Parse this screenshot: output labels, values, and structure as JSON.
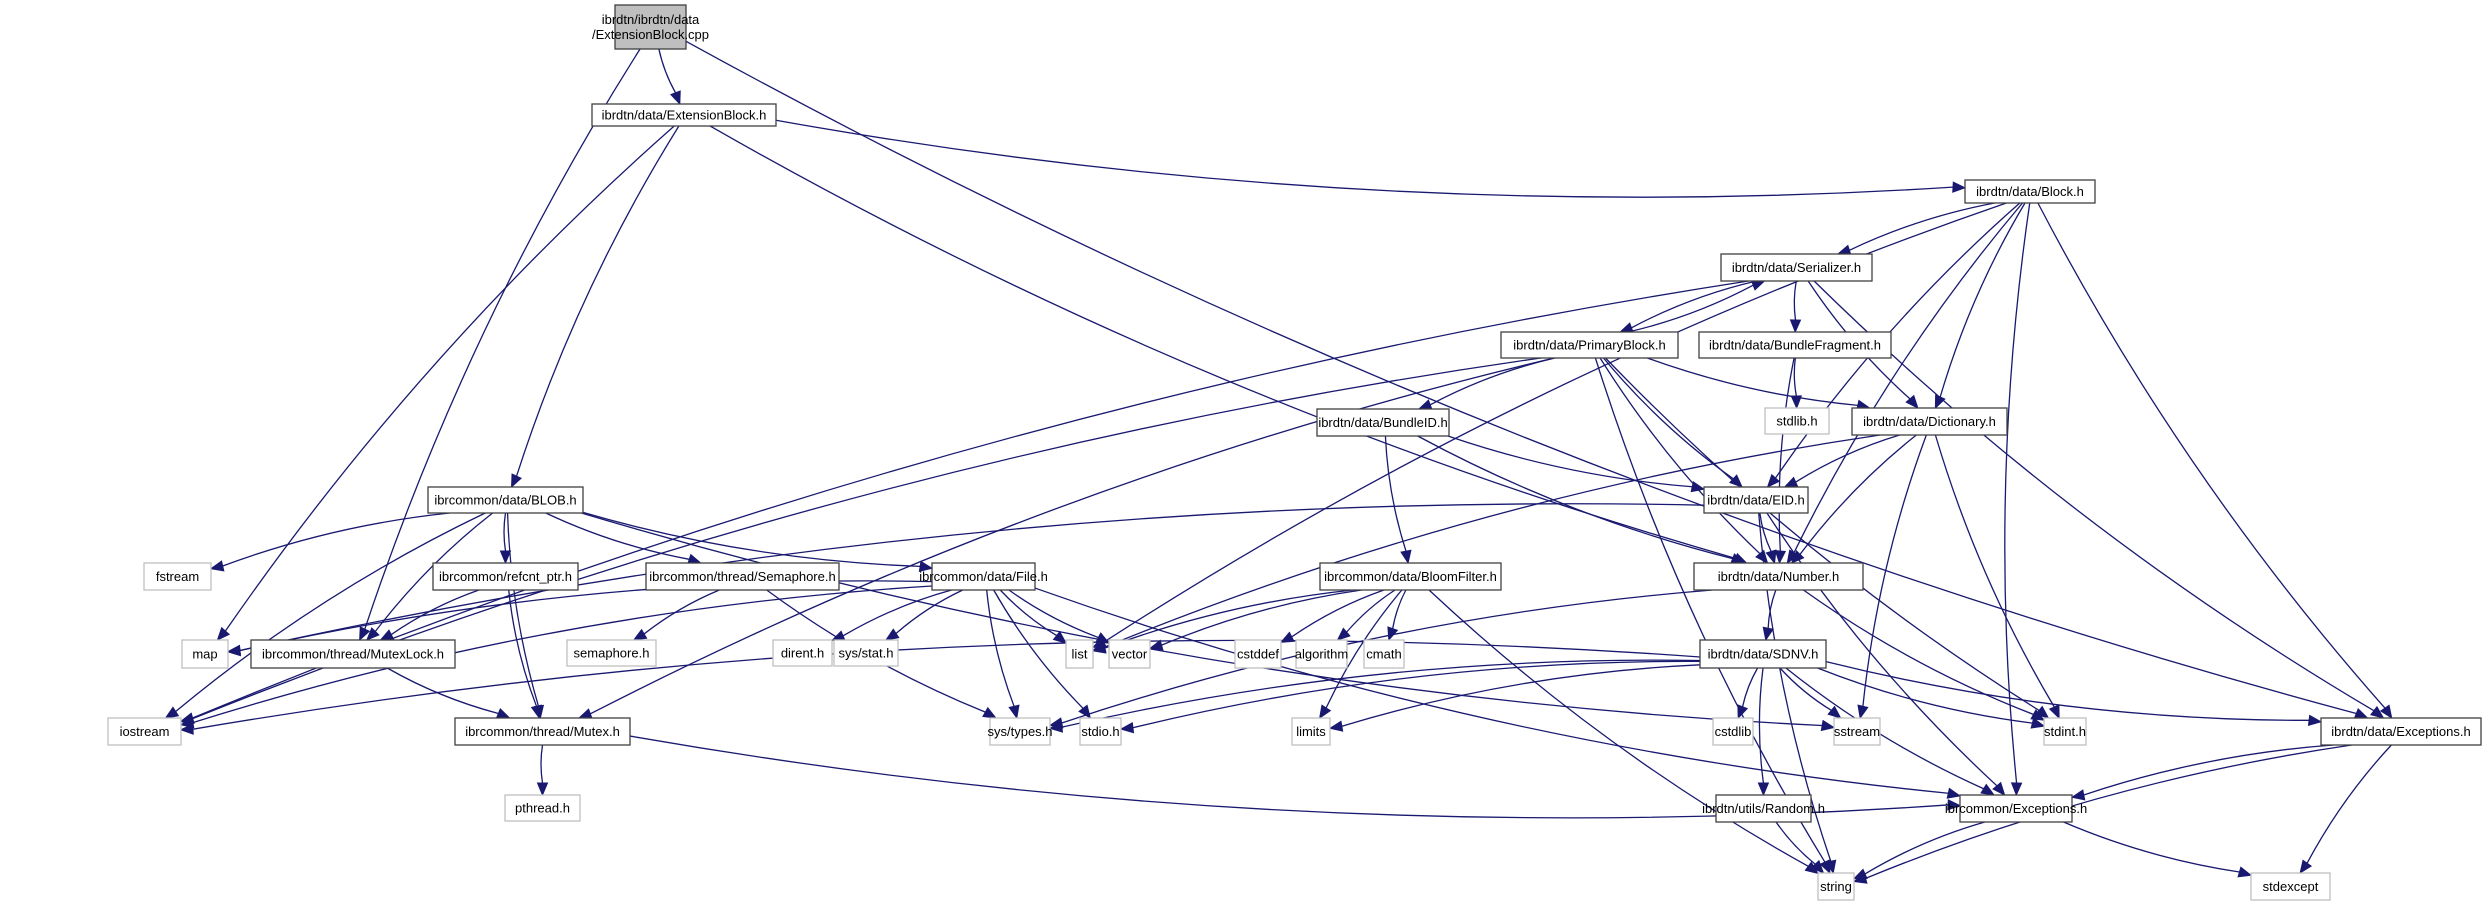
{
  "diagram": {
    "type": "include-dependency-graph",
    "root": "cpp",
    "nodes": [
      {
        "id": "cpp",
        "label": [
          "ibrdtn/ibrdtn/data",
          "/ExtensionBlock.cpp"
        ],
        "kind": "root"
      },
      {
        "id": "extblock",
        "label": [
          "ibrdtn/data/ExtensionBlock.h"
        ],
        "kind": "documented"
      },
      {
        "id": "block",
        "label": [
          "ibrdtn/data/Block.h"
        ],
        "kind": "documented"
      },
      {
        "id": "serializer",
        "label": [
          "ibrdtn/data/Serializer.h"
        ],
        "kind": "documented"
      },
      {
        "id": "primary",
        "label": [
          "ibrdtn/data/PrimaryBlock.h"
        ],
        "kind": "documented"
      },
      {
        "id": "fragment",
        "label": [
          "ibrdtn/data/BundleFragment.h"
        ],
        "kind": "documented"
      },
      {
        "id": "stdlib",
        "label": [
          "stdlib.h"
        ],
        "kind": "system"
      },
      {
        "id": "dictionary",
        "label": [
          "ibrdtn/data/Dictionary.h"
        ],
        "kind": "documented"
      },
      {
        "id": "bundleid",
        "label": [
          "ibrdtn/data/BundleID.h"
        ],
        "kind": "documented"
      },
      {
        "id": "eid",
        "label": [
          "ibrdtn/data/EID.h"
        ],
        "kind": "documented"
      },
      {
        "id": "blob",
        "label": [
          "ibrcommon/data/BLOB.h"
        ],
        "kind": "documented"
      },
      {
        "id": "fstream",
        "label": [
          "fstream"
        ],
        "kind": "system"
      },
      {
        "id": "refcnt",
        "label": [
          "ibrcommon/refcnt_ptr.h"
        ],
        "kind": "documented"
      },
      {
        "id": "semaphoreh",
        "label": [
          "ibrcommon/thread/Semaphore.h"
        ],
        "kind": "documented"
      },
      {
        "id": "file",
        "label": [
          "ibrcommon/data/File.h"
        ],
        "kind": "documented"
      },
      {
        "id": "bloom",
        "label": [
          "ibrcommon/data/BloomFilter.h"
        ],
        "kind": "documented"
      },
      {
        "id": "number",
        "label": [
          "ibrdtn/data/Number.h"
        ],
        "kind": "documented"
      },
      {
        "id": "semaphore",
        "label": [
          "semaphore.h"
        ],
        "kind": "system"
      },
      {
        "id": "dirent",
        "label": [
          "dirent.h"
        ],
        "kind": "system"
      },
      {
        "id": "sysstat",
        "label": [
          "sys/stat.h"
        ],
        "kind": "system"
      },
      {
        "id": "list",
        "label": [
          "list"
        ],
        "kind": "system"
      },
      {
        "id": "vector",
        "label": [
          "vector"
        ],
        "kind": "system"
      },
      {
        "id": "cstddef",
        "label": [
          "cstddef"
        ],
        "kind": "system"
      },
      {
        "id": "algorithm",
        "label": [
          "algorithm"
        ],
        "kind": "system"
      },
      {
        "id": "cmath",
        "label": [
          "cmath"
        ],
        "kind": "system"
      },
      {
        "id": "sdnv",
        "label": [
          "ibrdtn/data/SDNV.h"
        ],
        "kind": "documented"
      },
      {
        "id": "map",
        "label": [
          "map"
        ],
        "kind": "system"
      },
      {
        "id": "mutexlock",
        "label": [
          "ibrcommon/thread/MutexLock.h"
        ],
        "kind": "documented"
      },
      {
        "id": "iostream",
        "label": [
          "iostream"
        ],
        "kind": "system"
      },
      {
        "id": "mutex",
        "label": [
          "ibrcommon/thread/Mutex.h"
        ],
        "kind": "documented"
      },
      {
        "id": "systypes",
        "label": [
          "sys/types.h"
        ],
        "kind": "system"
      },
      {
        "id": "stdio",
        "label": [
          "stdio.h"
        ],
        "kind": "system"
      },
      {
        "id": "limits",
        "label": [
          "limits"
        ],
        "kind": "system"
      },
      {
        "id": "cstdlib",
        "label": [
          "cstdlib"
        ],
        "kind": "system"
      },
      {
        "id": "sstream",
        "label": [
          "sstream"
        ],
        "kind": "system"
      },
      {
        "id": "stdint",
        "label": [
          "stdint.h"
        ],
        "kind": "system"
      },
      {
        "id": "dtnexc",
        "label": [
          "ibrdtn/data/Exceptions.h"
        ],
        "kind": "documented"
      },
      {
        "id": "pthread",
        "label": [
          "pthread.h"
        ],
        "kind": "system"
      },
      {
        "id": "random",
        "label": [
          "ibrdtn/utils/Random.h"
        ],
        "kind": "documented"
      },
      {
        "id": "comexc",
        "label": [
          "ibrcommon/Exceptions.h"
        ],
        "kind": "documented"
      },
      {
        "id": "string",
        "label": [
          "string"
        ],
        "kind": "system"
      },
      {
        "id": "stdexcept",
        "label": [
          "stdexcept"
        ],
        "kind": "system"
      }
    ],
    "edges": [
      [
        "cpp",
        "extblock"
      ],
      [
        "cpp",
        "mutexlock"
      ],
      [
        "cpp",
        "dtnexc"
      ],
      [
        "extblock",
        "block"
      ],
      [
        "extblock",
        "blob"
      ],
      [
        "extblock",
        "number"
      ],
      [
        "extblock",
        "map"
      ],
      [
        "block",
        "serializer"
      ],
      [
        "block",
        "dictionary"
      ],
      [
        "block",
        "eid"
      ],
      [
        "block",
        "number"
      ],
      [
        "block",
        "list"
      ],
      [
        "block",
        "dtnexc"
      ],
      [
        "block",
        "comexc"
      ],
      [
        "serializer",
        "primary"
      ],
      [
        "serializer",
        "fragment"
      ],
      [
        "serializer",
        "dictionary"
      ],
      [
        "serializer",
        "dtnexc"
      ],
      [
        "serializer",
        "iostream"
      ],
      [
        "primary",
        "serializer"
      ],
      [
        "primary",
        "bundleid"
      ],
      [
        "primary",
        "dictionary"
      ],
      [
        "primary",
        "eid"
      ],
      [
        "primary",
        "number"
      ],
      [
        "primary",
        "mutex"
      ],
      [
        "primary",
        "iostream"
      ],
      [
        "primary",
        "string"
      ],
      [
        "primary",
        "stdint"
      ],
      [
        "fragment",
        "stdlib"
      ],
      [
        "fragment",
        "number"
      ],
      [
        "dictionary",
        "eid"
      ],
      [
        "dictionary",
        "number"
      ],
      [
        "dictionary",
        "list"
      ],
      [
        "dictionary",
        "sstream"
      ],
      [
        "dictionary",
        "stdint"
      ],
      [
        "bundleid",
        "eid"
      ],
      [
        "bundleid",
        "number"
      ],
      [
        "bundleid",
        "bloom"
      ],
      [
        "eid",
        "number"
      ],
      [
        "eid",
        "string"
      ],
      [
        "eid",
        "comexc"
      ],
      [
        "eid",
        "map"
      ],
      [
        "blob",
        "refcnt"
      ],
      [
        "blob",
        "semaphoreh"
      ],
      [
        "blob",
        "file"
      ],
      [
        "blob",
        "fstream"
      ],
      [
        "blob",
        "mutexlock"
      ],
      [
        "blob",
        "mutex"
      ],
      [
        "blob",
        "iostream"
      ],
      [
        "blob",
        "sstream"
      ],
      [
        "refcnt",
        "mutexlock"
      ],
      [
        "refcnt",
        "mutex"
      ],
      [
        "semaphoreh",
        "semaphore"
      ],
      [
        "semaphoreh",
        "systypes"
      ],
      [
        "file",
        "dirent"
      ],
      [
        "file",
        "sysstat"
      ],
      [
        "file",
        "list"
      ],
      [
        "file",
        "vector"
      ],
      [
        "file",
        "systypes"
      ],
      [
        "file",
        "stdio"
      ],
      [
        "file",
        "map"
      ],
      [
        "file",
        "iostream"
      ],
      [
        "file",
        "comexc"
      ],
      [
        "bloom",
        "list"
      ],
      [
        "bloom",
        "vector"
      ],
      [
        "bloom",
        "cstddef"
      ],
      [
        "bloom",
        "algorithm"
      ],
      [
        "bloom",
        "cmath"
      ],
      [
        "bloom",
        "limits"
      ],
      [
        "bloom",
        "string"
      ],
      [
        "number",
        "sdnv"
      ],
      [
        "number",
        "systypes"
      ],
      [
        "number",
        "stdint"
      ],
      [
        "sdnv",
        "cstdlib"
      ],
      [
        "sdnv",
        "sstream"
      ],
      [
        "sdnv",
        "stdint"
      ],
      [
        "sdnv",
        "dtnexc"
      ],
      [
        "sdnv",
        "comexc"
      ],
      [
        "sdnv",
        "random"
      ],
      [
        "sdnv",
        "systypes"
      ],
      [
        "sdnv",
        "stdio"
      ],
      [
        "sdnv",
        "limits"
      ],
      [
        "sdnv",
        "iostream"
      ],
      [
        "mutexlock",
        "mutex"
      ],
      [
        "mutex",
        "pthread"
      ],
      [
        "mutex",
        "comexc"
      ],
      [
        "dtnexc",
        "comexc"
      ],
      [
        "dtnexc",
        "string"
      ],
      [
        "dtnexc",
        "stdexcept"
      ],
      [
        "comexc",
        "string"
      ],
      [
        "comexc",
        "stdexcept"
      ],
      [
        "random",
        "string"
      ]
    ],
    "colors": {
      "edge": "#191970",
      "root_fill": "#bfbfbf",
      "documented_border": "#404040",
      "system_border": "#bfbfbf",
      "node_fill": "#ffffff"
    }
  }
}
